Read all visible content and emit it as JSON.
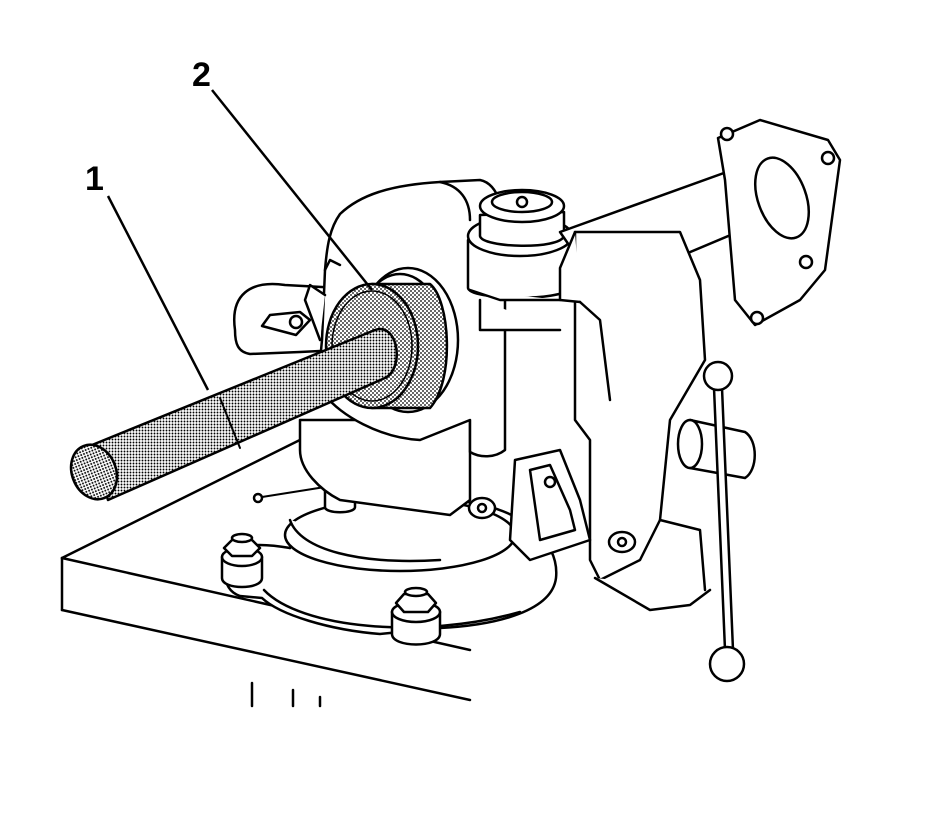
{
  "figure": {
    "callouts": [
      {
        "id": "callout-1",
        "label": "1",
        "target": "installer-tool-handle"
      },
      {
        "id": "callout-2",
        "label": "2",
        "target": "seal-installer"
      }
    ]
  },
  "colors": {
    "line": "#000000",
    "fill": "#ffffff",
    "stipple": "#000000"
  }
}
